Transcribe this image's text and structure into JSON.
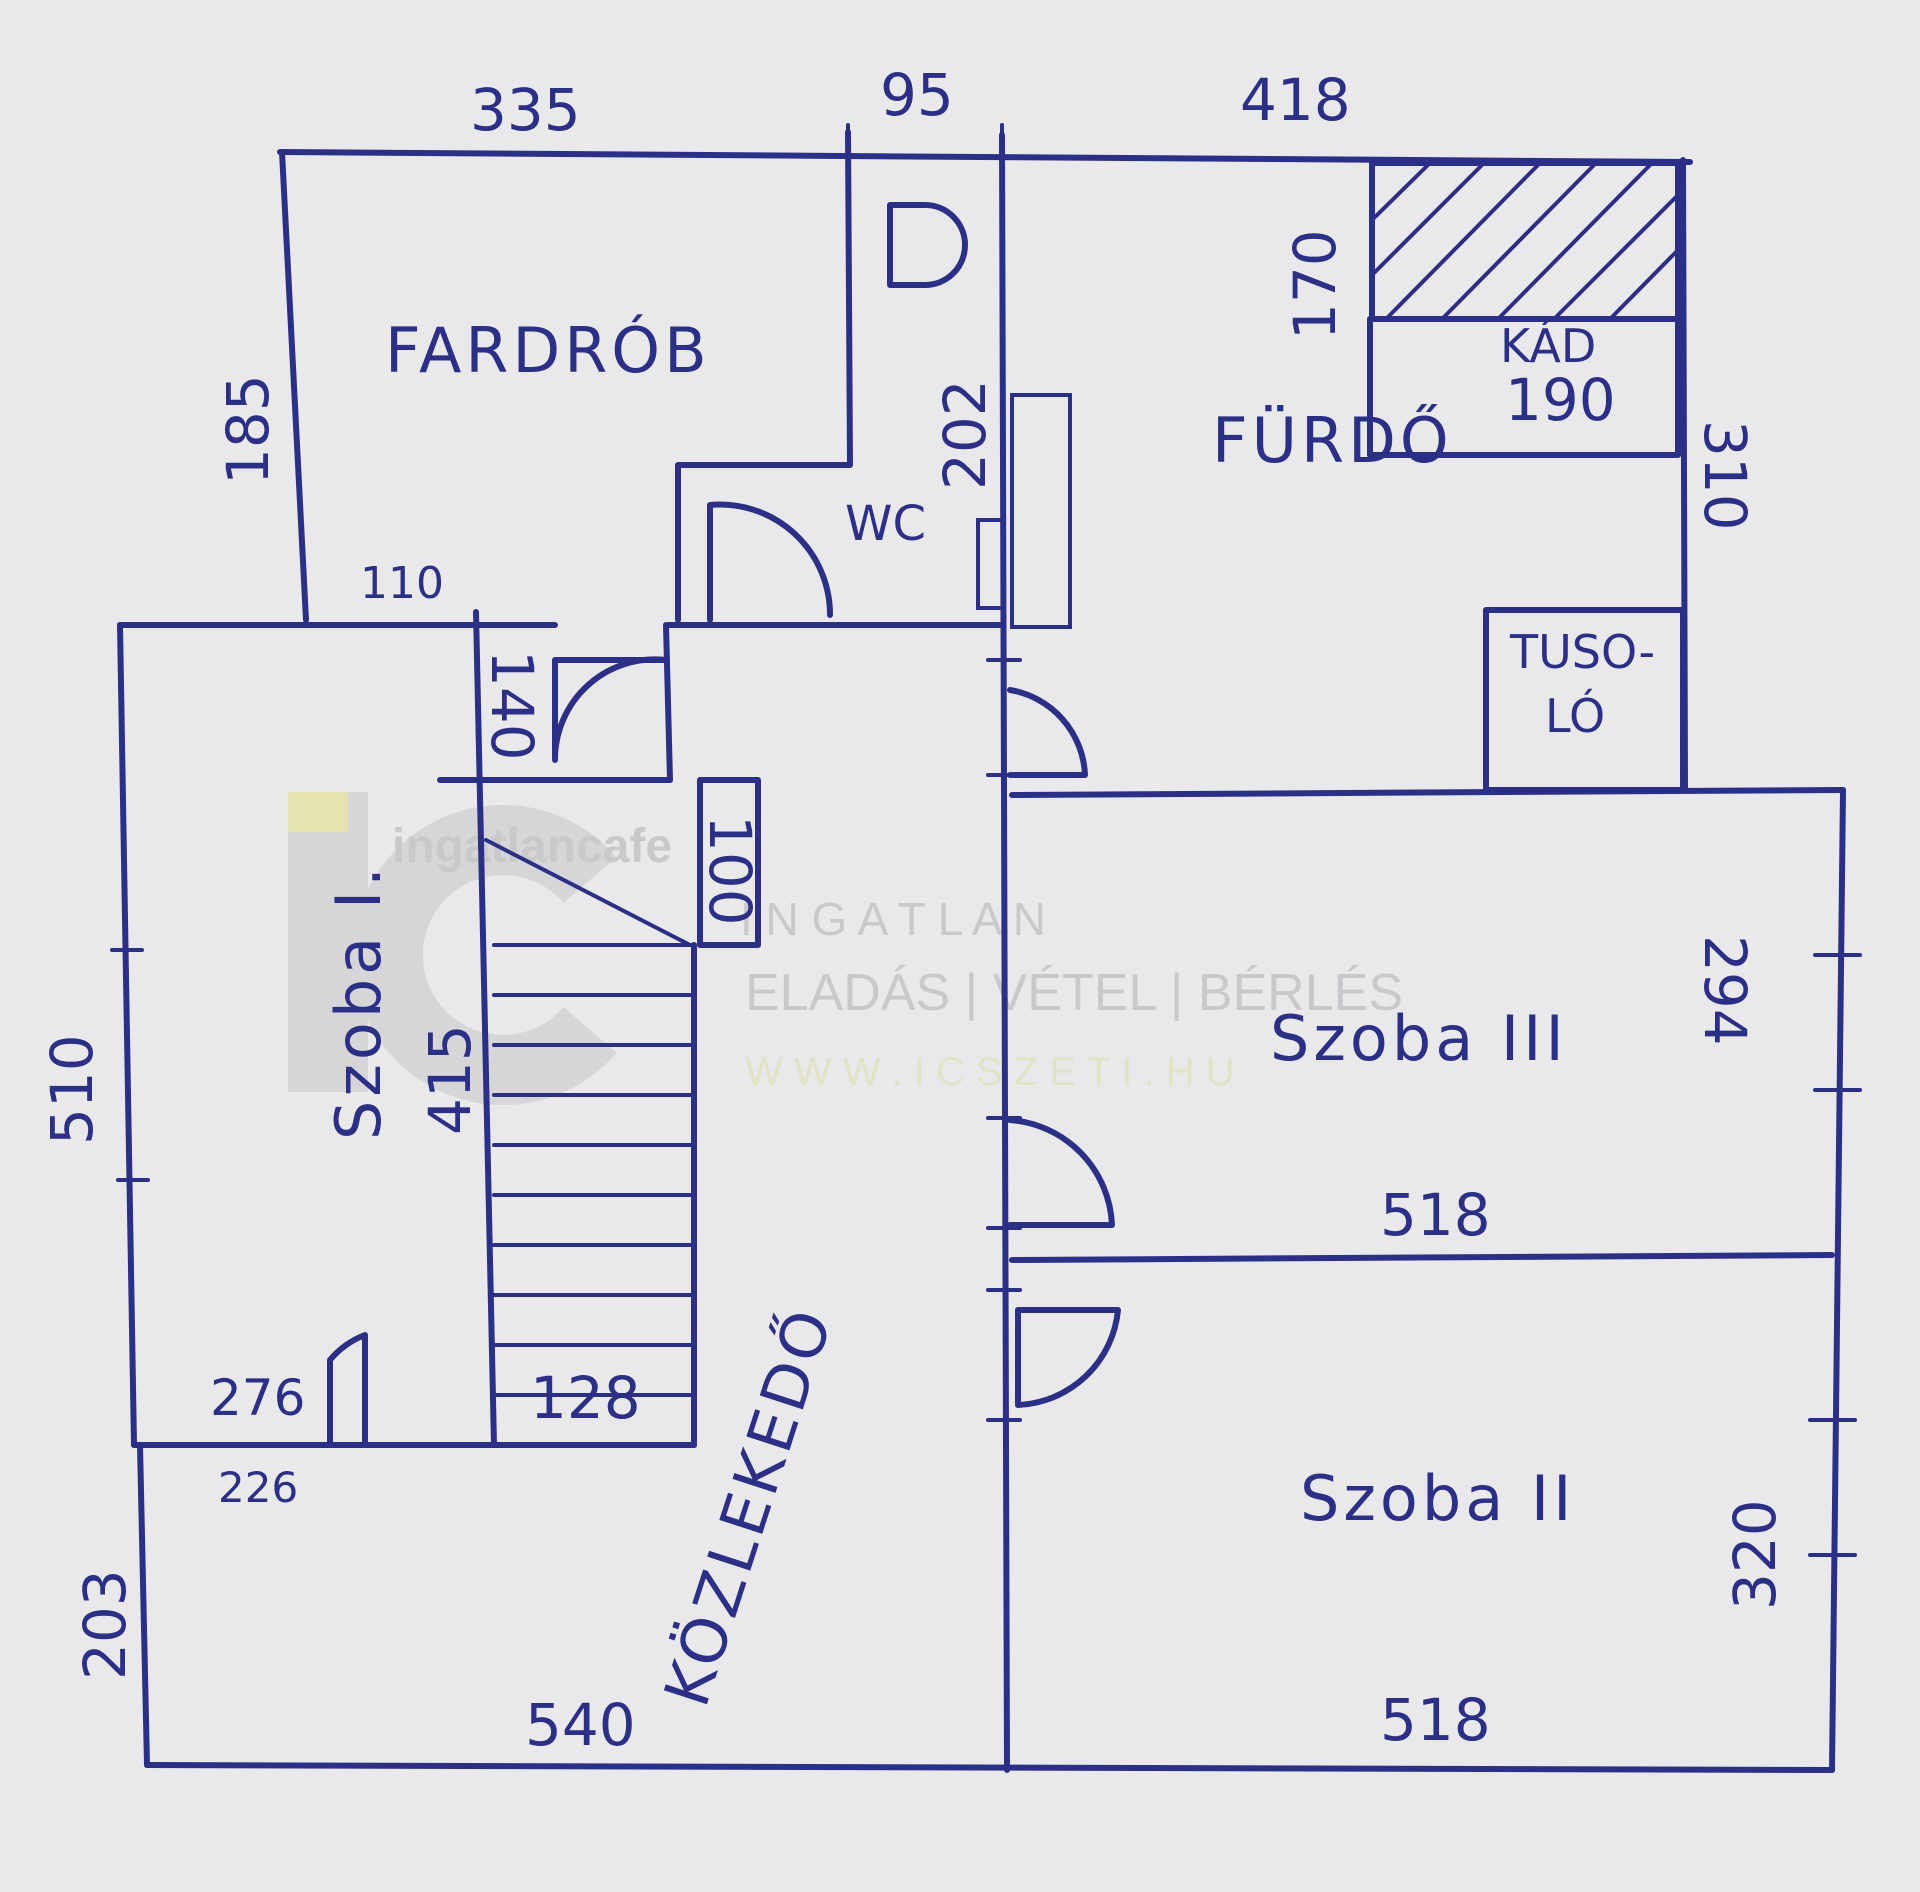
{
  "colors": {
    "ink": "#2b2f86",
    "paper": "#e9e9ec",
    "watermark": "#c8c8cb"
  },
  "rooms": {
    "gardrob": "FARDRÓB",
    "wc": "WC",
    "furdo": "FÜRDŐ",
    "kad": "KÁD",
    "tusolo_1": "TUSO-",
    "tusolo_2": "LÓ",
    "szoba1": "Szoba I.",
    "szoba2": "Szoba II",
    "szoba3": "Szoba III",
    "kozlekedo": "KÖZLEKEDŐ"
  },
  "dimensions": {
    "d335": "335",
    "d95": "95",
    "d418": "418",
    "d185": "185",
    "d202": "202",
    "d170": "170",
    "d190": "190",
    "d310": "310",
    "d110": "110",
    "d140": "140",
    "d100": "100",
    "d415": "415",
    "d510": "510",
    "d294": "294",
    "d518a": "518",
    "d518b": "518",
    "d320": "320",
    "d276": "276",
    "d226": "226",
    "d128": "128",
    "d203": "203",
    "d540": "540"
  },
  "watermark": {
    "logo": "ingatlancafe",
    "line1": "I N G A T L A N",
    "line2": "ELADÁS | VÉTEL | BÉRLÉS",
    "line3": "W W W . I C S Z E T I . H U"
  }
}
